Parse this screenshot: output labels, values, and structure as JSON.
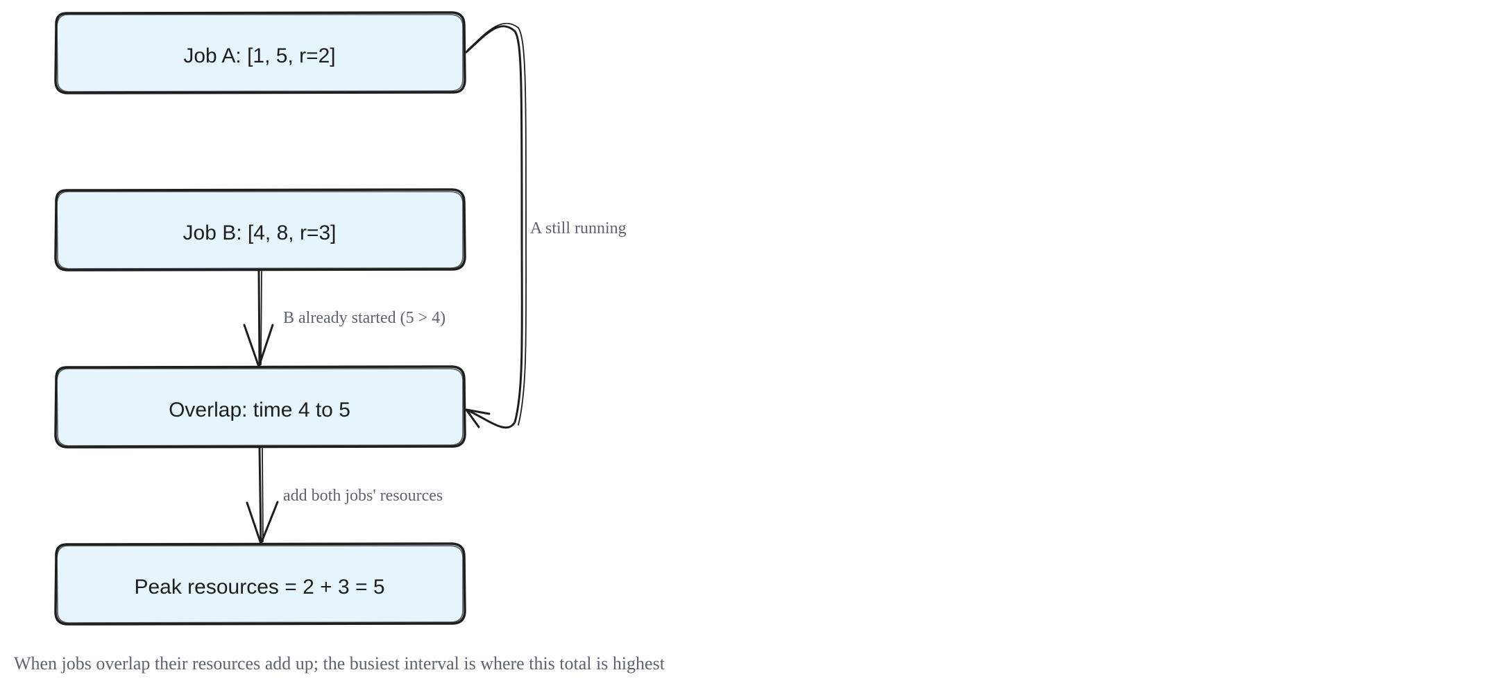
{
  "nodes": [
    {
      "id": "job-a",
      "label": "Job A: [1, 5, r=2]"
    },
    {
      "id": "job-b",
      "label": "Job B: [4, 8, r=3]"
    },
    {
      "id": "overlap",
      "label": "Overlap: time 4 to 5"
    },
    {
      "id": "peak",
      "label": "Peak resources = 2 + 3 = 5"
    }
  ],
  "edges": [
    {
      "from": "job-b",
      "to": "overlap",
      "label": "B already started (5 > 4)"
    },
    {
      "from": "overlap",
      "to": "peak",
      "label": "add both jobs' resources"
    },
    {
      "from": "job-a",
      "to": "overlap",
      "label": "A still running"
    }
  ],
  "caption": "When jobs overlap their resources add up; the busiest interval is where this total is highest",
  "colors": {
    "node_fill": "#e6f4fc",
    "stroke": "#1e1e1e",
    "label_text": "#5d6470"
  }
}
